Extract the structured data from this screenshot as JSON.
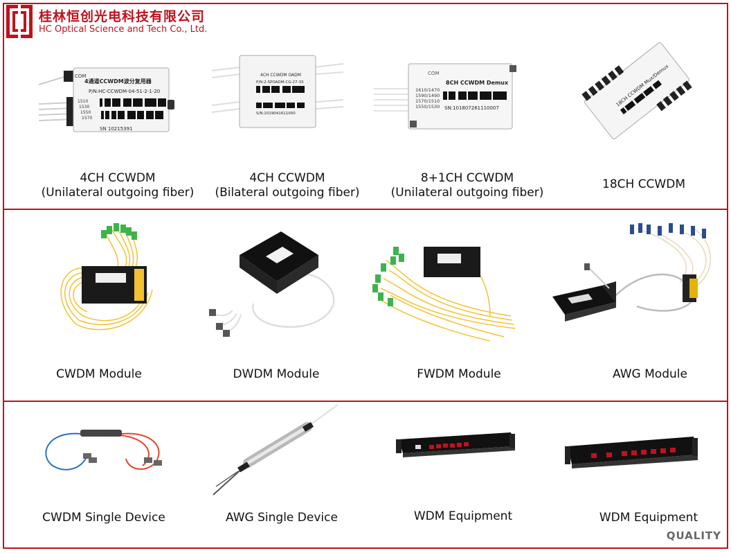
{
  "header": {
    "company_cn": "桂林恒创光电科技有限公司",
    "company_en": "HC Optical Science and Tech Co., Ltd."
  },
  "colors": {
    "brand": "#c0121c",
    "fiber": "#f2c230",
    "connector": "#3cb44b"
  },
  "rows": [
    {
      "items": [
        {
          "icon": "ccwdm-4ch-unilateral-image",
          "line1": "4CH CCWDM",
          "line2": "(Unilateral outgoing fiber)",
          "label_com": "COM",
          "label_title": "4通道CCWDM波分复用器",
          "label_pn": "P/N:HC-CCWDM-04-51-2-1-20",
          "label_sn": "SN  10215391",
          "ports": [
            "1510",
            "1530",
            "1550",
            "1570"
          ]
        },
        {
          "icon": "ccwdm-4ch-bilateral-image",
          "line1": "4CH CCWDM",
          "line2": "(Bilateral outgoing fiber)",
          "label_title": "4CH CCWDM OADM",
          "label_pn": "P/N:2-SPOADM-CG-27-33",
          "label_sn": "S/N:1019041611000"
        },
        {
          "icon": "ccwdm-8plus1ch-image",
          "line1": "8+1CH CCWDM",
          "line2": "(Unilateral outgoing fiber)",
          "label_com": "COM",
          "label_title": "8CH CCWDM Demux",
          "label_sn": "SN:101807261110007",
          "ports": [
            "1610/1470",
            "1590/1490",
            "1570/1510",
            "1550/1530"
          ]
        },
        {
          "icon": "ccwdm-18ch-image",
          "line1": "18CH CCWDM",
          "line2": "",
          "label_title": "18CH CCWDM Mux/Demux"
        }
      ]
    },
    {
      "items": [
        {
          "icon": "cwdm-module-image",
          "line1": "CWDM Module"
        },
        {
          "icon": "dwdm-module-image",
          "line1": "DWDM Module"
        },
        {
          "icon": "fwdm-module-image",
          "line1": "FWDM Module"
        },
        {
          "icon": "awg-module-image",
          "line1": "AWG Module"
        }
      ]
    },
    {
      "items": [
        {
          "icon": "cwdm-single-device-image",
          "line1": "CWDM Single Device"
        },
        {
          "icon": "awg-single-device-image",
          "line1": "AWG Single Device"
        },
        {
          "icon": "wdm-equipment-1u-image",
          "line1": "WDM Equipment"
        },
        {
          "icon": "wdm-equipment-rack-image",
          "line1": "WDM Equipment"
        }
      ]
    }
  ],
  "footer": {
    "quality": "QUALITY"
  }
}
